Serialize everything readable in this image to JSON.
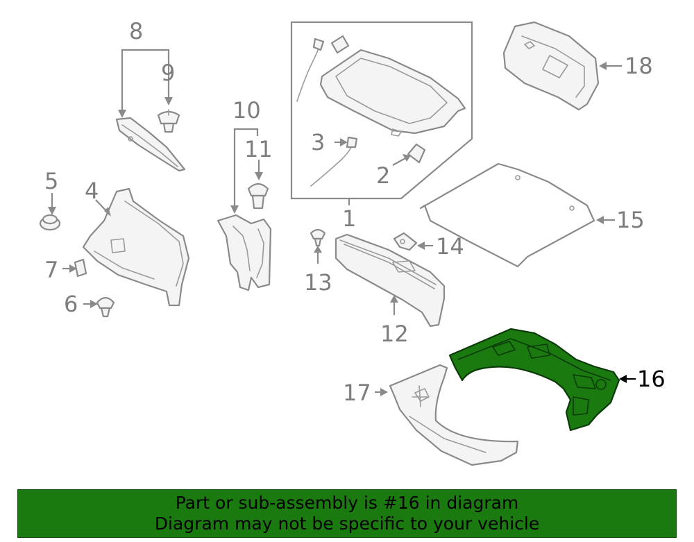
{
  "callouts": {
    "c1": "1",
    "c2": "2",
    "c3": "3",
    "c4": "4",
    "c5": "5",
    "c6": "6",
    "c7": "7",
    "c8": "8",
    "c9": "9",
    "c10": "10",
    "c11": "11",
    "c12": "12",
    "c13": "13",
    "c14": "14",
    "c15": "15",
    "c16": "16",
    "c17": "17",
    "c18": "18"
  },
  "highlight": {
    "part": "16",
    "color": "#1a7a10"
  },
  "banner": {
    "line1": "Part or sub-assembly is #16 in diagram",
    "line2": "Diagram may not be specific to your vehicle",
    "background": "#1a7a10"
  }
}
